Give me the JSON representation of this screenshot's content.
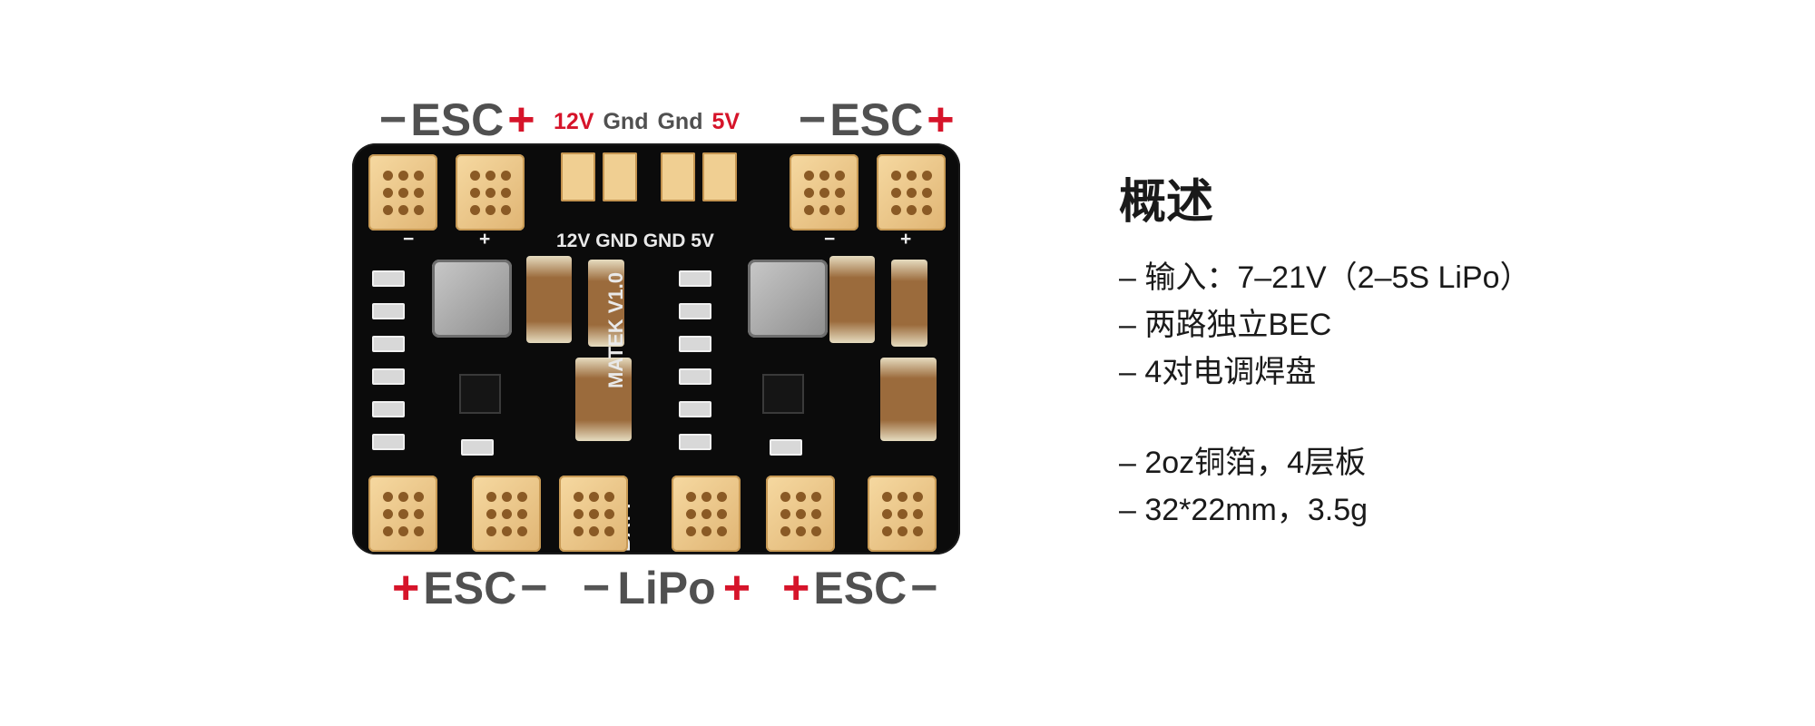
{
  "labels": {
    "top_left_esc": {
      "minus": "−",
      "text": "ESC",
      "plus": "+"
    },
    "top_right_esc": {
      "minus": "−",
      "text": "ESC",
      "plus": "+"
    },
    "power_outputs": {
      "v12": "12V",
      "gnd1": "Gnd",
      "gnd2": "Gnd",
      "v5": "5V"
    },
    "bottom_left_esc": {
      "plus": "+",
      "text": "ESC",
      "minus": "−"
    },
    "bottom_lipo": {
      "minus": "−",
      "text": "LiPo",
      "plus": "+"
    },
    "bottom_right_esc": {
      "plus": "+",
      "text": "ESC",
      "minus": "−"
    }
  },
  "board": {
    "silk_power": "12V GND GND 5V",
    "silk_model": "MATEK V1.0",
    "silk_batt": "BATT",
    "silk_plus": "+",
    "silk_minus": "−"
  },
  "spec": {
    "title": "概述",
    "lines": [
      "– 输入：7–21V（2–5S LiPo）",
      "– 两路独立BEC",
      "– 4对电调焊盘",
      "– 2oz铜箔，4层板",
      "– 32*22mm，3.5g"
    ]
  },
  "colors": {
    "accent_red": "#d6142a",
    "label_grey": "#505050",
    "board": "#0b0b0b",
    "pad_gold": "#e8c283"
  }
}
